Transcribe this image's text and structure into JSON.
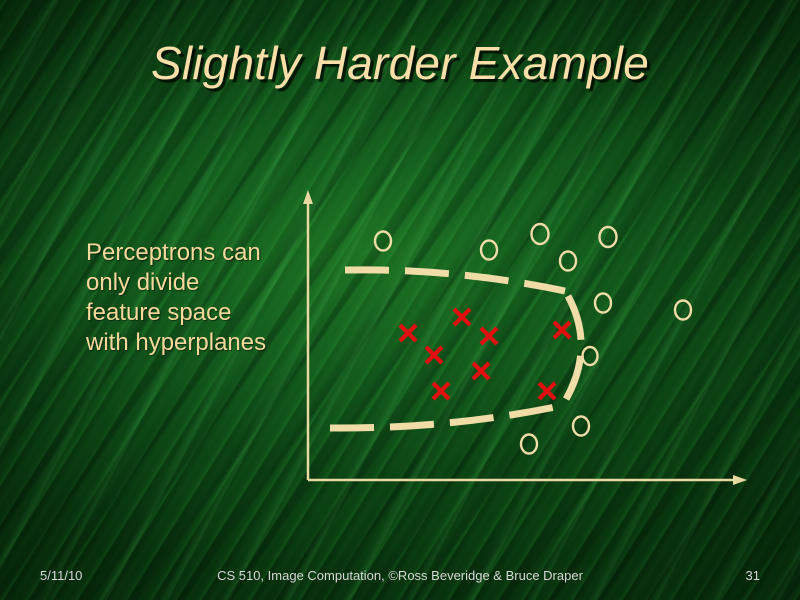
{
  "slide": {
    "title": "Slightly Harder Example",
    "body_text": "Perceptrons can only divide feature space with hyperplanes",
    "background_color": "#0a3d11",
    "accent_color": "#F5DDA5",
    "x_mark_color": "#E01010"
  },
  "footer": {
    "date": "5/11/10",
    "center": "CS 510, Image Computation, ©Ross Beveridge & Bruce Draper",
    "page": "31"
  },
  "chart_data": {
    "type": "scatter",
    "title": "Slightly Harder Example",
    "xlabel": "",
    "ylabel": "",
    "grid": false,
    "legend": null,
    "axes": {
      "origin": [
        308,
        480
      ],
      "y_axis_top": [
        308,
        192
      ],
      "x_axis_right": [
        745,
        480
      ],
      "arrowheads": true,
      "color": "#E8D9A0",
      "tick_labels": []
    },
    "series": [
      {
        "name": "class-x",
        "marker": "X",
        "color": "#E01010",
        "points": [
          [
            408,
            333
          ],
          [
            462,
            317
          ],
          [
            489,
            336
          ],
          [
            434,
            355
          ],
          [
            481,
            371
          ],
          [
            441,
            391
          ],
          [
            562,
            330
          ],
          [
            547,
            391
          ]
        ]
      },
      {
        "name": "class-o",
        "marker": "O",
        "color": "#F0DCA6",
        "points": [
          [
            383,
            241
          ],
          [
            489,
            250
          ],
          [
            540,
            234
          ],
          [
            608,
            237
          ],
          [
            568,
            261
          ],
          [
            603,
            303
          ],
          [
            683,
            310
          ],
          [
            590,
            356
          ],
          [
            581,
            426
          ],
          [
            529,
            444
          ]
        ]
      }
    ],
    "annotations": [
      {
        "name": "decision-boundary-top",
        "type": "dashed-curve",
        "color": "#F0DCA6",
        "description": "Upper dashed boundary curving right and down"
      },
      {
        "name": "decision-boundary-arc",
        "type": "dashed-arc",
        "color": "#F0DCA6",
        "description": "Right-hand arc closing the region around the X cluster"
      },
      {
        "name": "decision-boundary-bottom",
        "type": "dashed-curve",
        "color": "#F0DCA6",
        "description": "Lower dashed boundary curving right and up"
      }
    ]
  }
}
